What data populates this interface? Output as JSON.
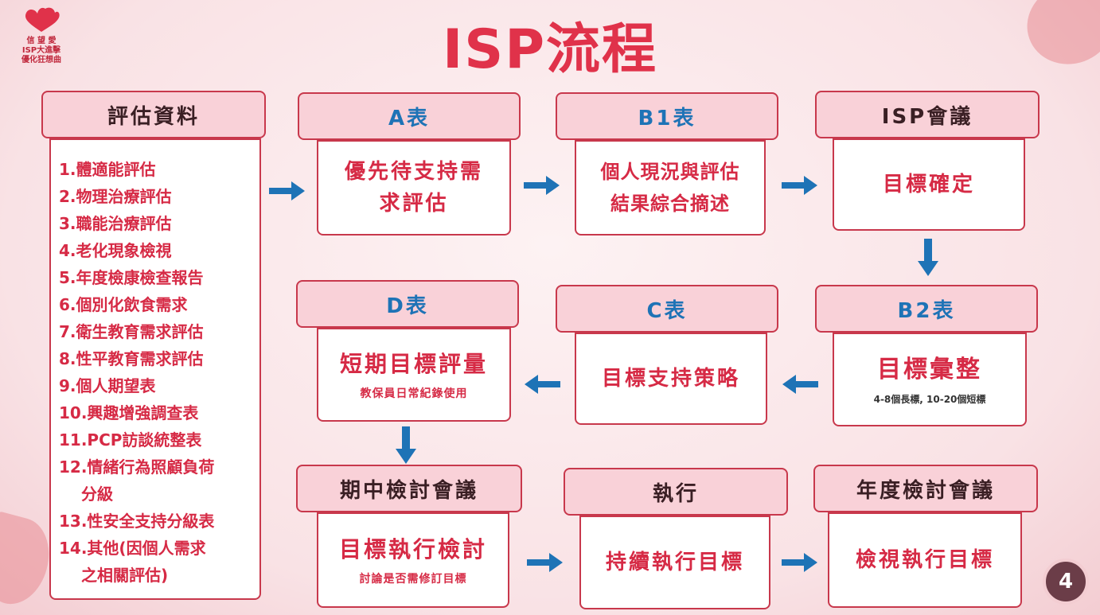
{
  "logo": {
    "line1": "信 望 愛",
    "line2": "ISP大進擊",
    "line3": "優化狂想曲"
  },
  "title": "ISP流程",
  "assessment": {
    "header": "評估資料",
    "items": [
      "1.體適能評估",
      "2.物理治療評估",
      "3.職能治療評估",
      "4.老化現象檢視",
      "5.年度檢康檢查報告",
      "6.個別化飲食需求",
      "7.衛生教育需求評估",
      "8.性平教育需求評估",
      "9.個人期望表",
      "10.興趣增強調查表",
      "11.PCP訪談統整表",
      "12.情緒行為照顧負荷",
      "分級",
      "13.性安全支持分級表",
      "14.其他(因個人需求",
      "之相關評估)"
    ]
  },
  "steps": {
    "a": {
      "header": "A表",
      "line1": "優先待支持需",
      "line2": "求評估"
    },
    "b1": {
      "header": "B1表",
      "line1": "個人現況與評估",
      "line2": "結果綜合摘述"
    },
    "isp": {
      "header": "ISP會議",
      "line1": "目標確定"
    },
    "b2": {
      "header": "B2表",
      "line1": "目標彙整",
      "note": "4-8個長標, 10-20個短標"
    },
    "c": {
      "header": "C表",
      "line1": "目標支持策略"
    },
    "d": {
      "header": "D表",
      "line1": "短期目標評量",
      "note": "教保員日常紀錄使用"
    },
    "mid": {
      "header": "期中檢討會議",
      "line1": "目標執行檢討",
      "note": "討論是否需修訂目標"
    },
    "exec": {
      "header": "執行",
      "line1": "持續執行目標"
    },
    "annual": {
      "header": "年度檢討會議",
      "line1": "檢視執行目標"
    }
  },
  "page_number": "4",
  "colors": {
    "title": "#e0324a",
    "border": "#c8384c",
    "arrow": "#1e73b6",
    "header_bg": "#f9d1d8"
  }
}
